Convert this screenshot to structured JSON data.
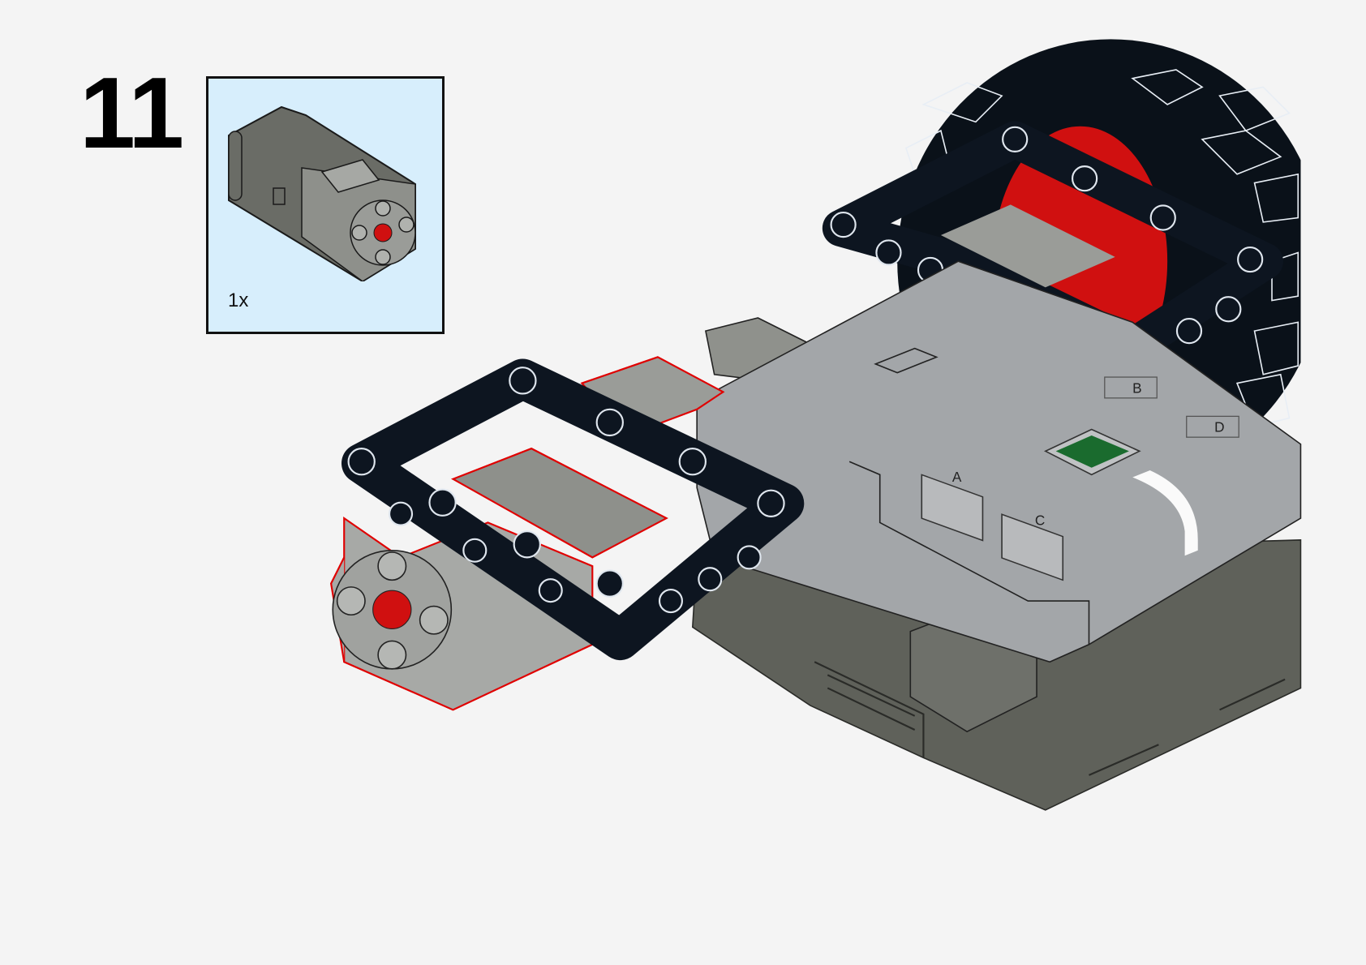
{
  "step": {
    "number": "11"
  },
  "parts_callout": {
    "quantity_label": "1x",
    "part": "medium-motor"
  },
  "hub": {
    "port_labels": [
      "A",
      "C",
      "B",
      "D"
    ],
    "button_color": "#1a6b2e"
  },
  "colors": {
    "background": "#f4f4f4",
    "callout_background": "#d7eefc",
    "highlight_outline": "#e00000",
    "frame_black": "#0d1520",
    "hub_light_gray": "#a3a6a9",
    "hub_dark_gray": "#5f615a"
  }
}
